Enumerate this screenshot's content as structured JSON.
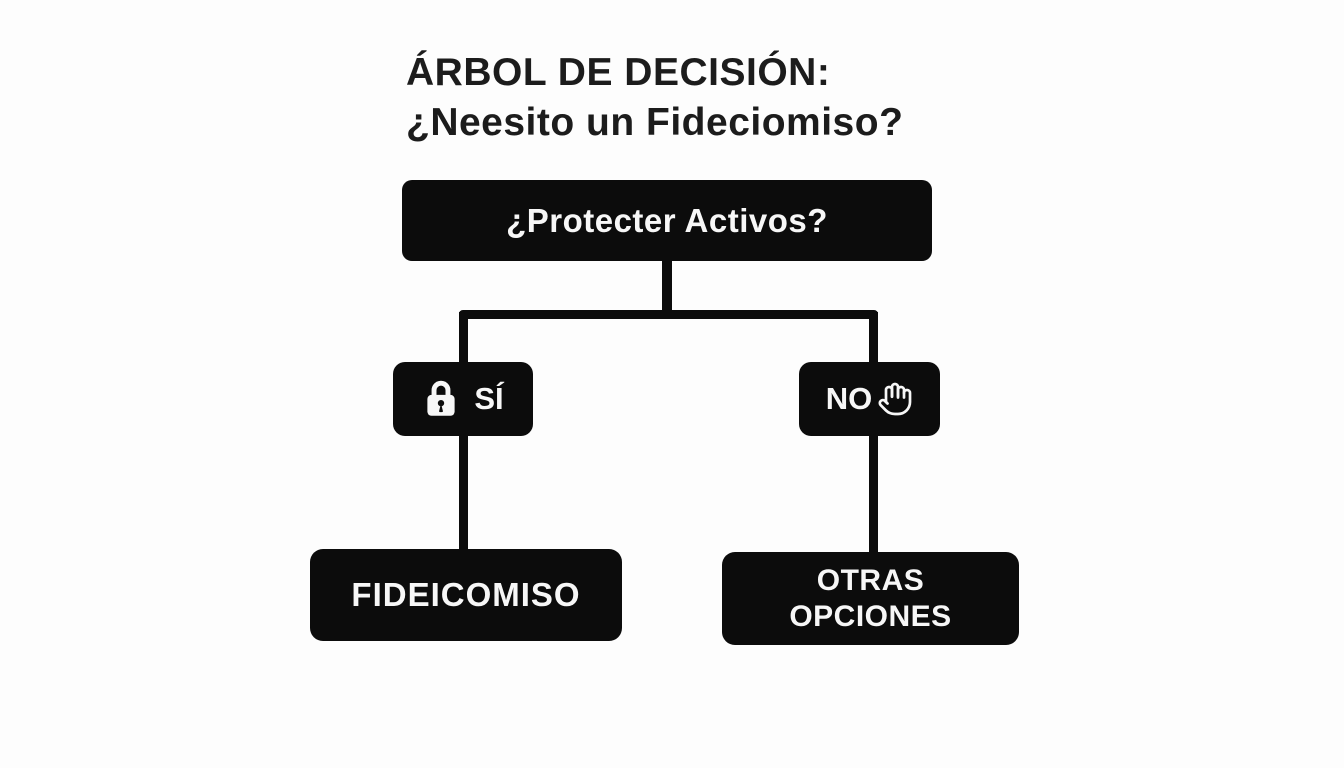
{
  "page": {
    "background_color": "#fdfdfd"
  },
  "diagram": {
    "title_line1": "ÁRBOL DE DECISIÓN:",
    "title_line2": "¿Neesito un Fideciomiso?",
    "root": {
      "label": "¿Protecter Activos?"
    },
    "yes_branch": {
      "label": "SÍ",
      "icon": "lock-icon"
    },
    "no_branch": {
      "label": "NO",
      "icon": "hand-stop-icon"
    },
    "yes_outcome": {
      "label": "FIDEICOMISO"
    },
    "no_outcome": {
      "label_line1": "OTRAS",
      "label_line2": "OPCIONES"
    },
    "colors": {
      "node_background": "#0c0c0c",
      "node_text": "#f7f7f7",
      "connector": "#0c0c0c",
      "title_text": "#1c1c1c"
    }
  }
}
